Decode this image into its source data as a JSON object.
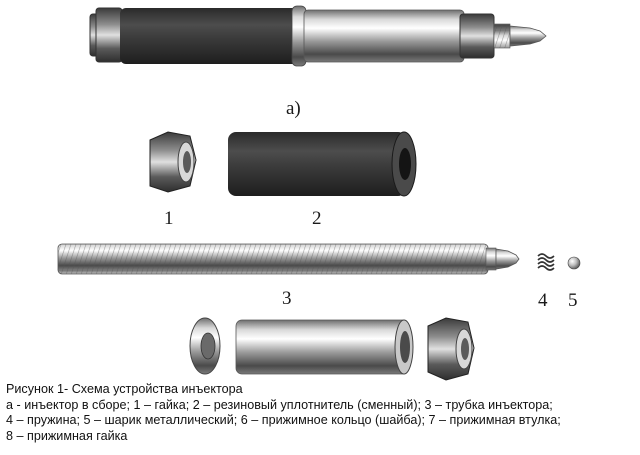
{
  "figure": {
    "label_a": "а)",
    "parts": [
      {
        "number": "1"
      },
      {
        "number": "2"
      },
      {
        "number": "3"
      },
      {
        "number": "4"
      },
      {
        "number": "5"
      }
    ]
  },
  "caption": {
    "title": "Рисунок 1- Схема устройства инъектора",
    "line1": "а - инъектор в сборе; 1 – гайка; 2 – резиновый уплотнитель (сменный); 3 – трубка инъектора;",
    "line2": "4 – пружина; 5 – шарик металлический; 6 – прижимное кольцо (шайба); 7 – прижимная втулка;",
    "line3": "8 – прижимная гайка"
  },
  "colors": {
    "rubber": "#3a3a3a",
    "steel_dark": "#555555",
    "steel_light": "#f2f2f2",
    "text": "#111111"
  }
}
